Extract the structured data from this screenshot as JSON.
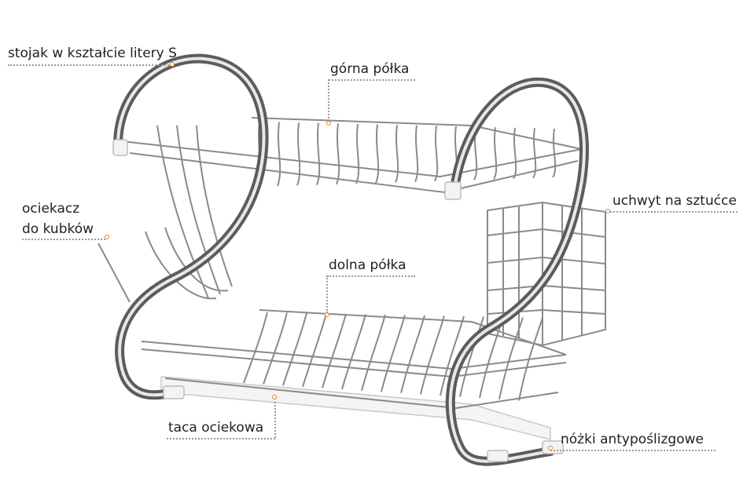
{
  "labels": {
    "s_frame": "stojak w kształcie litery S",
    "top_shelf": "górna półka",
    "cup_holder_line1": "ociekacz",
    "cup_holder_line2": "do kubków",
    "cutlery_holder": "uchwyt na sztućce",
    "bottom_shelf": "dolna półka",
    "drip_tray": "taca ociekowa",
    "feet": "nóżki antypoślizgowe"
  },
  "colors": {
    "pointer_dot": "#e0822a",
    "leader_line": "#9a9a9a",
    "chrome_dark": "#5c5c5c",
    "chrome_light": "#e8e8e8",
    "wire": "#8a8a8a",
    "tray": "#f4f4f4"
  }
}
